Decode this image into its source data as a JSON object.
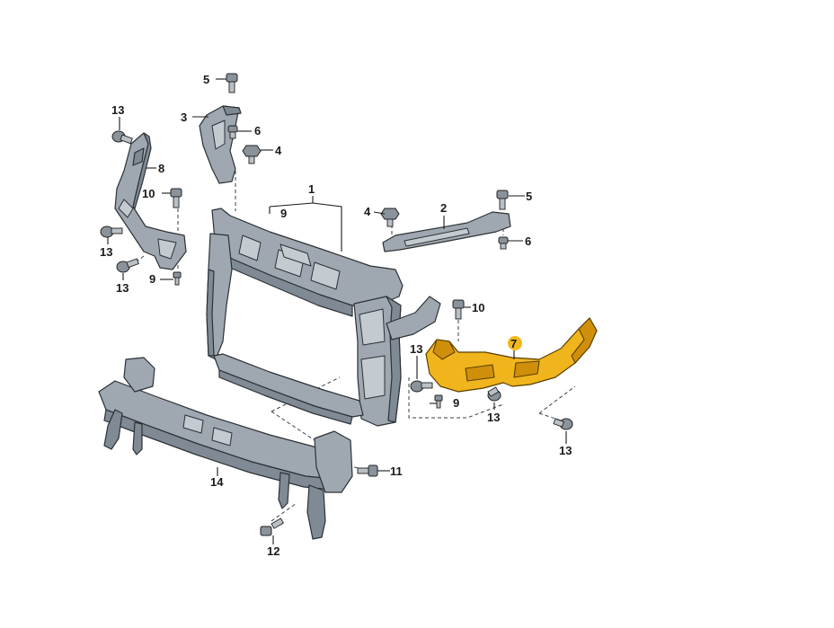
{
  "callouts": {
    "c1": "1",
    "c2": "2",
    "c3": "3",
    "c4a": "4",
    "c4b": "4",
    "c5a": "5",
    "c5b": "5",
    "c6a": "6",
    "c6b": "6",
    "c7": "7",
    "c8": "8",
    "c9a": "9",
    "c9b": "9",
    "c9c": "9",
    "c10a": "10",
    "c10b": "10",
    "c11": "11",
    "c12": "12",
    "c13a": "13",
    "c13b": "13",
    "c13c": "13",
    "c13d": "13",
    "c13e": "13",
    "c13f": "13",
    "c14": "14"
  },
  "colors": {
    "highlight_part": "#f0b51c",
    "callout_marker": "#f2b81e",
    "part_fill": "#9fa8b0"
  }
}
